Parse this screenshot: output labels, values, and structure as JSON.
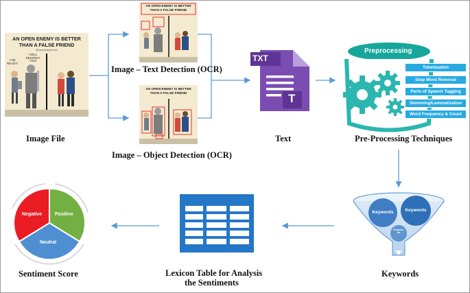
{
  "labels": {
    "image_file": "Image File",
    "text_detection": "Image – Text Detection (OCR)",
    "object_detection": "Image – Object Detection (OCR)",
    "text": "Text",
    "preprocessing_techniques": "Pre-Processing Techniques",
    "keywords": "Keywords",
    "lexicon_line1": "Lexicon Table for Analysis",
    "lexicon_line2": "the Sentiments",
    "sentiment_score": "Sentiment Score"
  },
  "meme": {
    "caption_line1": "AN OPEN ENEMY IS BETTER",
    "caption_line2": "THAN A FALSE FRIEND",
    "credit": "@successpictures",
    "bubble_left": "I AM READY!",
    "bubble_right": "I WILL DESTROY YOU!"
  },
  "txt_icon": {
    "badge": "TXT",
    "letter": "T"
  },
  "preprocessing": {
    "title": "Preprocessing",
    "steps": [
      "Tokenization",
      "Stop Word Removal",
      "Parts of Speech Tagging",
      "Stemming/Lemmatization",
      "Word Frequency & Count"
    ]
  },
  "funnel": {
    "bubble1": "Keywords",
    "bubble2": "Keywords",
    "bubble3": "Keywor ds"
  },
  "sentiment": {
    "negative": "Negative",
    "positive": "Positive",
    "neutral": "Neutral"
  },
  "colors": {
    "arrow": "#5b9bd5",
    "gear": "#2bb6b0",
    "doc": "#7b4db3",
    "negative": "#ea1c24",
    "positive": "#72b043",
    "neutral": "#4d8fd1",
    "step": "#27a9e1"
  }
}
